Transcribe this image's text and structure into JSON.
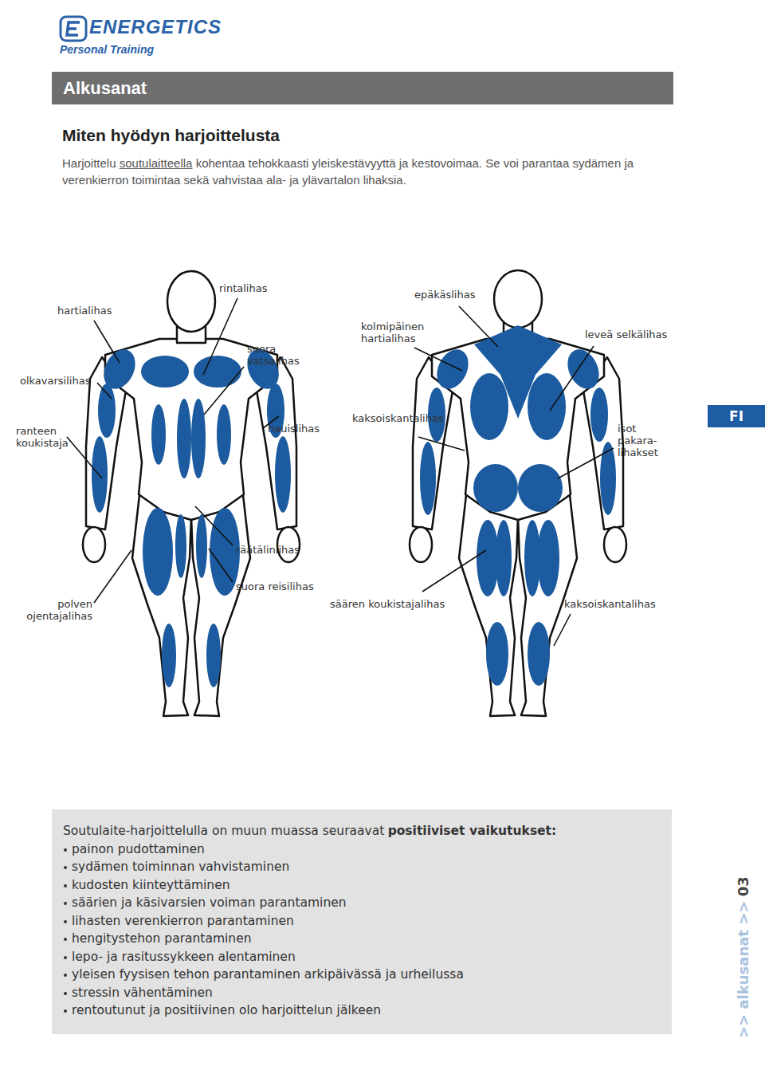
{
  "diagram": {
    "title": "Miten hyödyn harjoittelusta",
    "nodes": [
      {
        "text": [
          "Alkusanat"
        ]
      },
      {
        "text": [
          "FI"
        ]
      },
      {
        "text": [
          "Soutulaite-harjoittelulla on muun muassa seuraavat",
          "positiiviset vaikutukset:",
          "painon pudottaminen",
          "sydämen toiminnan vahvistaminen",
          "kudosten kiinteyttäminen",
          "säärien ja käsivarsien voiman parantaminen",
          "lihasten verenkierron parantaminen",
          "hengitystehon parantaminen",
          "lepo- ja rasitussykkeen alentaminen",
          "yleisen fyysisen tehon parantaminen arkipäivässä ja urheilussa",
          "stressin vähentäminen",
          "rentoutunut ja positiivinen olo harjoittelun jälkeen"
        ]
      }
    ],
    "labels": [
      "ENERGETICS",
      "Personal Training",
      "Harjoittelu",
      "soutulaitteella",
      "kohentaa tehokkaasti yleiskestävyyttä ja kestovoimaa. Se voi parantaa sydämen ja verenkierron toimintaa sekä vahvistaa ala- ja ylävartalon lihaksia.",
      "rintalihas",
      "hartialihas",
      "suora vatsalihas",
      "olkavarsilihas",
      "ranteen koukistaja",
      "hauislihas",
      "räätälinlihas",
      "polven ojentajalihas",
      "suora reisilihas",
      "epäkäslihas",
      "kolmipäinen hartialihas",
      "leveä selkälihas",
      "kaksoiskantalihas",
      "isot pakara-lihakset",
      "säären koukistajalihas",
      "kaksoiskantalihas",
      ">> alkusanat >>",
      "03"
    ]
  }
}
